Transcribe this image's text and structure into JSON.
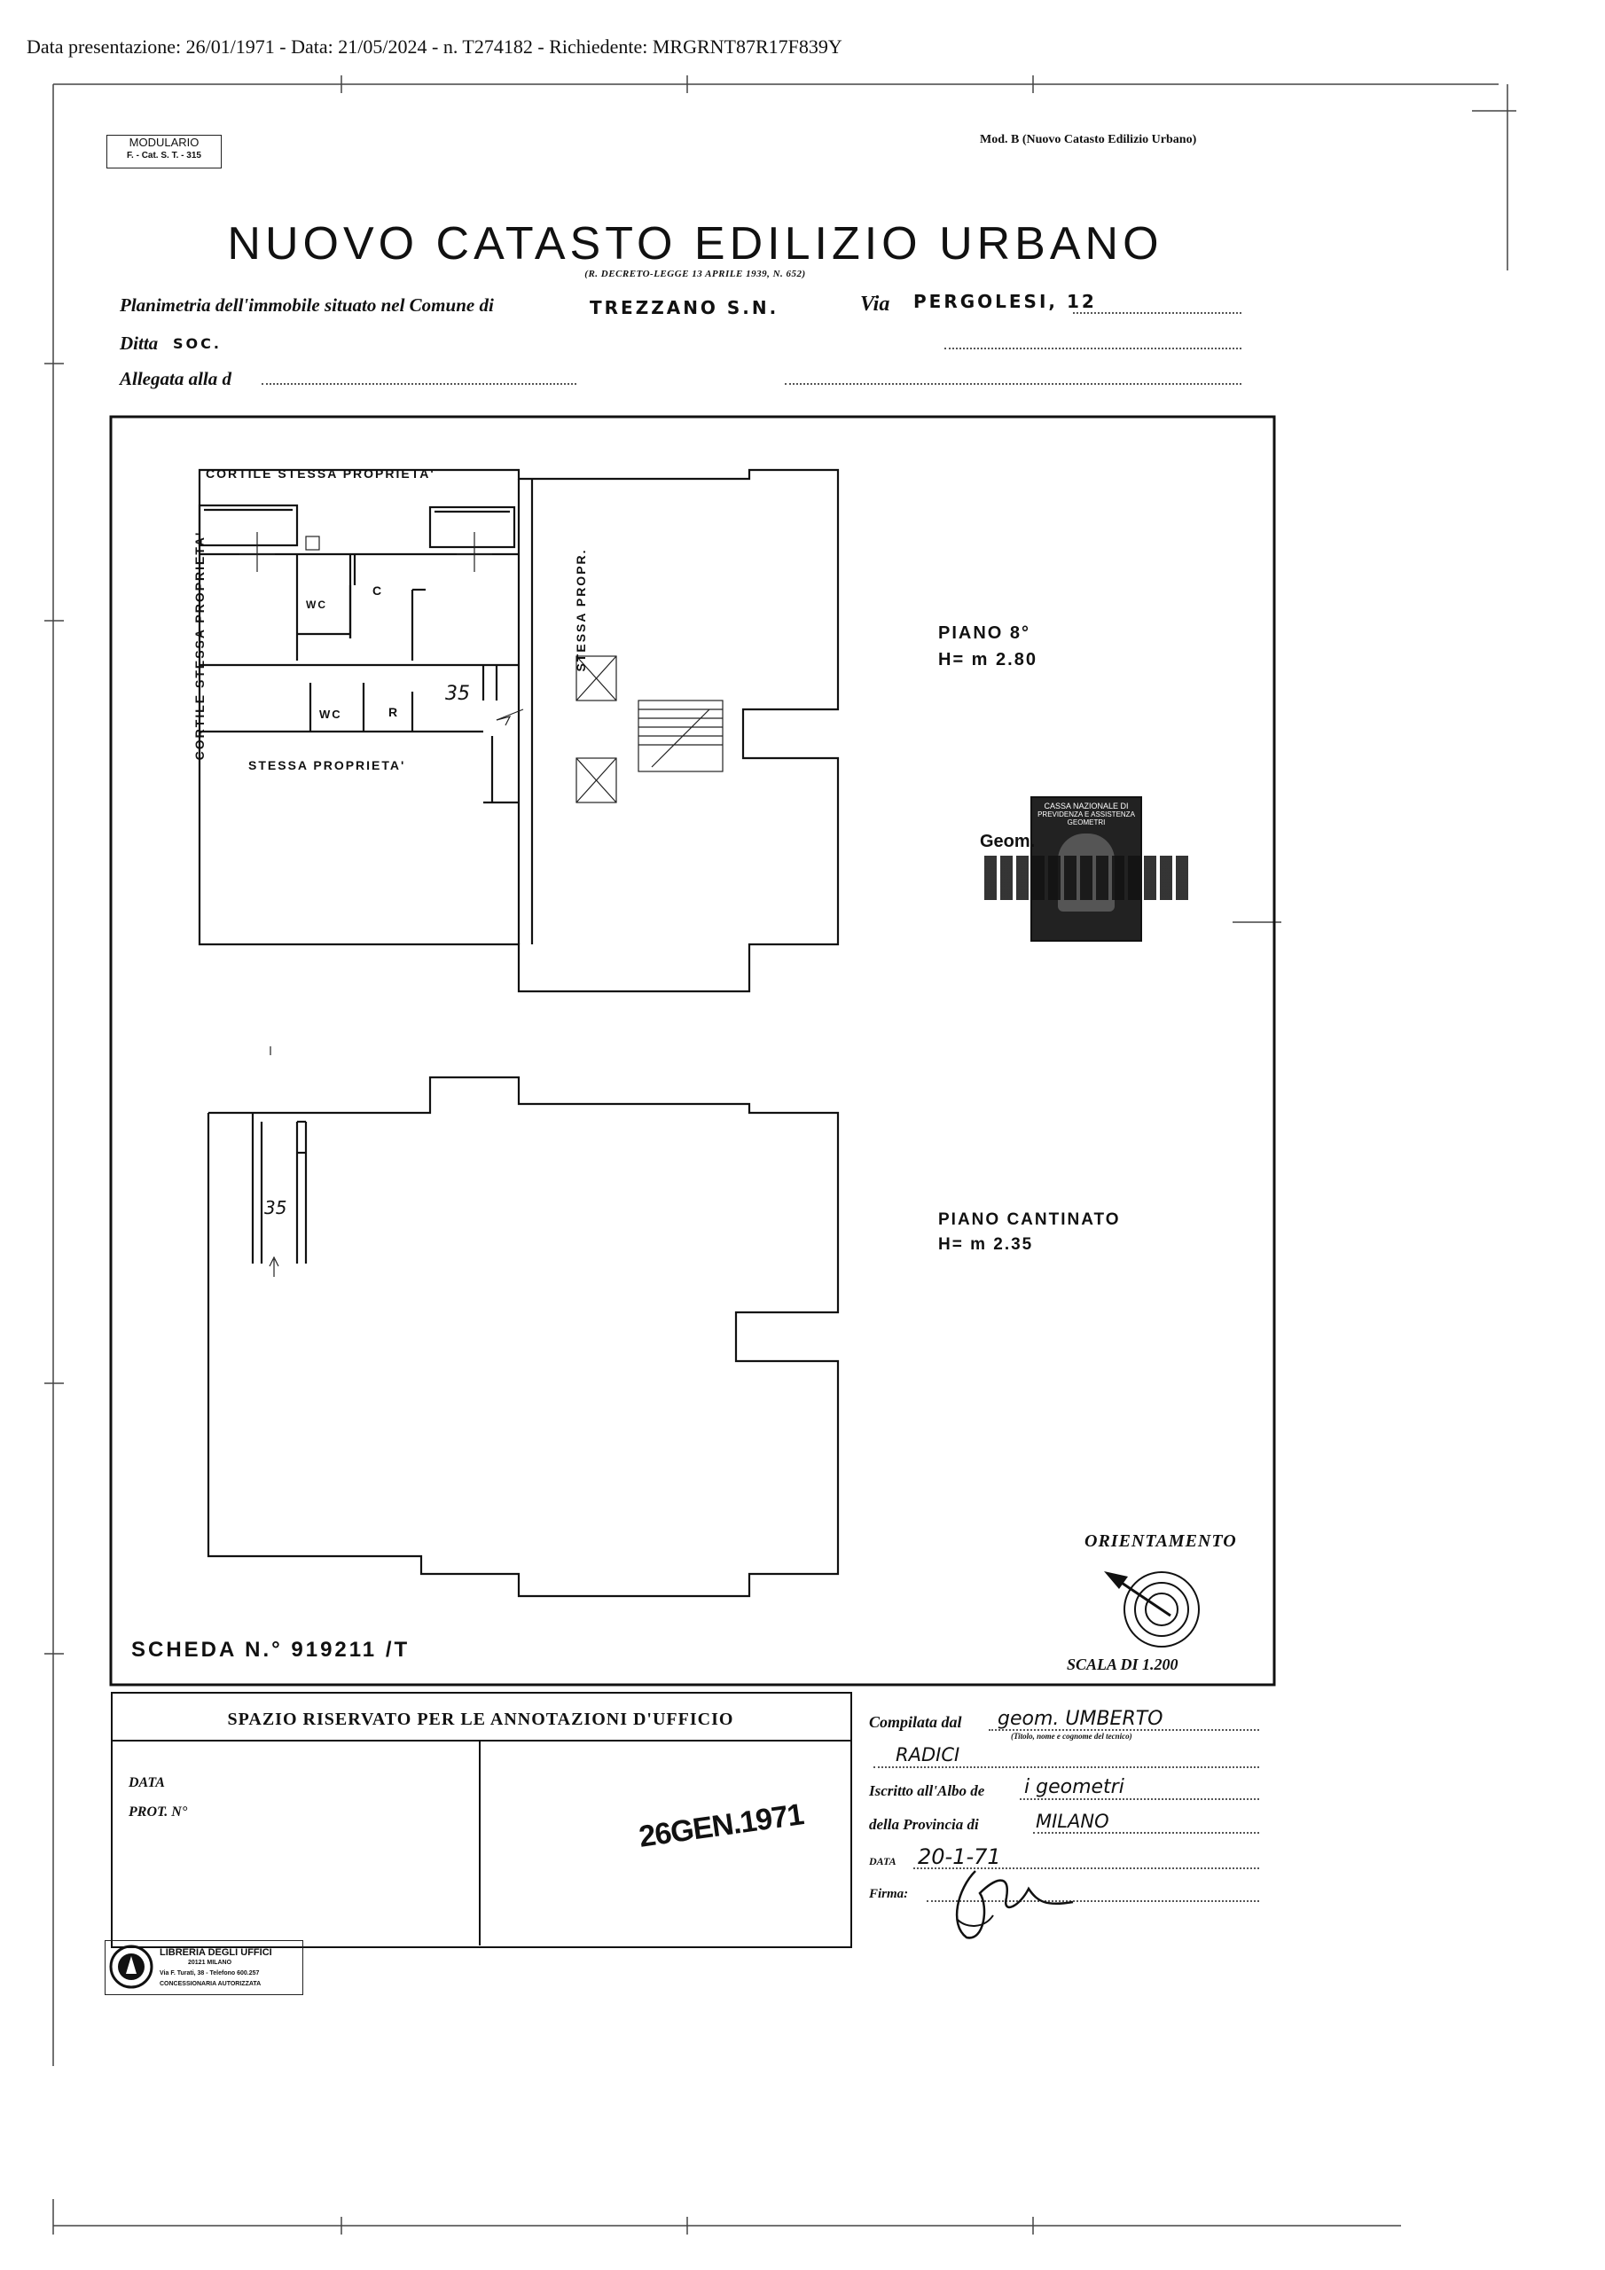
{
  "header": {
    "top_line": "Data presentazione: 26/01/1971 - Data: 21/05/2024 - n. T274182 - Richiedente: MRGRNT87R17F839Y",
    "modulario_line1": "MODULARIO",
    "modulario_line2": "F. - Cat. S. T. - 315",
    "model_label": "Mod. B (Nuovo Catasto Edilizio Urbano)",
    "title": "NUOVO CATASTO EDILIZIO URBANO",
    "subtitle": "(R. DECRETO-LEGGE 13 APRILE 1939, N. 652)"
  },
  "form": {
    "planimetria_label": "Planimetria dell'immobile situato nel Comune di",
    "comune_value": "TREZZANO S.N.",
    "via_label": "Via",
    "via_value": "PERGOLESI, 12",
    "ditta_label": "Ditta",
    "ditta_value": "SOC.",
    "allegata_label": "Allegata alla d"
  },
  "plan": {
    "courtyard_top": "CORTILE STESSA PROPRIETA'",
    "courtyard_left": "CORTILE STESSA PROPRIETA'",
    "stessa_propr": "STESSA PROPR.",
    "stessa_proprieta": "STESSA PROPRIETA'",
    "room_wc1": "WC",
    "room_c": "C",
    "room_wc2": "WC",
    "room_r": "R",
    "unit_number": "35",
    "floor_label": "PIANO 8°",
    "floor_height": "H= m 2.80",
    "basement_label": "PIANO CANTINATO",
    "basement_height": "H= m 2.35",
    "cellar_number": "35",
    "orientation_label": "ORIENTAMENTO",
    "scale_label": "SCALA DI 1.200",
    "scheda_label": "SCHEDA N.° 919211 /T"
  },
  "stamp": {
    "line1": "CASSA NAZIONALE DI",
    "line2": "PREVIDENZA E ASSISTENZA",
    "line3": "GEOMETRI",
    "geom_prefix": "Geom."
  },
  "office": {
    "reserved_title": "SPAZIO RISERVATO PER LE ANNOTAZIONI D'UFFICIO",
    "data_label": "DATA",
    "prot_label": "PROT. N°",
    "date_stamp": "26GEN.1971"
  },
  "compiler": {
    "compilata_label": "Compilata dal",
    "compilata_value": "geom. UMBERTO",
    "compilata_note": "(Titolo, nome e cognome del tecnico)",
    "surname_value": "RADICI",
    "iscritto_label": "Iscritto all'Albo de",
    "iscritto_value": "i geometri",
    "provincia_label": "della Provincia di",
    "provincia_value": "MILANO",
    "data_label": "DATA",
    "data_value": "20-1-71",
    "firma_label": "Firma:"
  },
  "publisher": {
    "line1": "LIBRERIA DEGLI UFFICI",
    "line2": "20121 MILANO",
    "line3": "Via F. Turati, 38 - Telefono 600.257",
    "line4": "CONCESSIONARIA AUTORIZZATA"
  }
}
